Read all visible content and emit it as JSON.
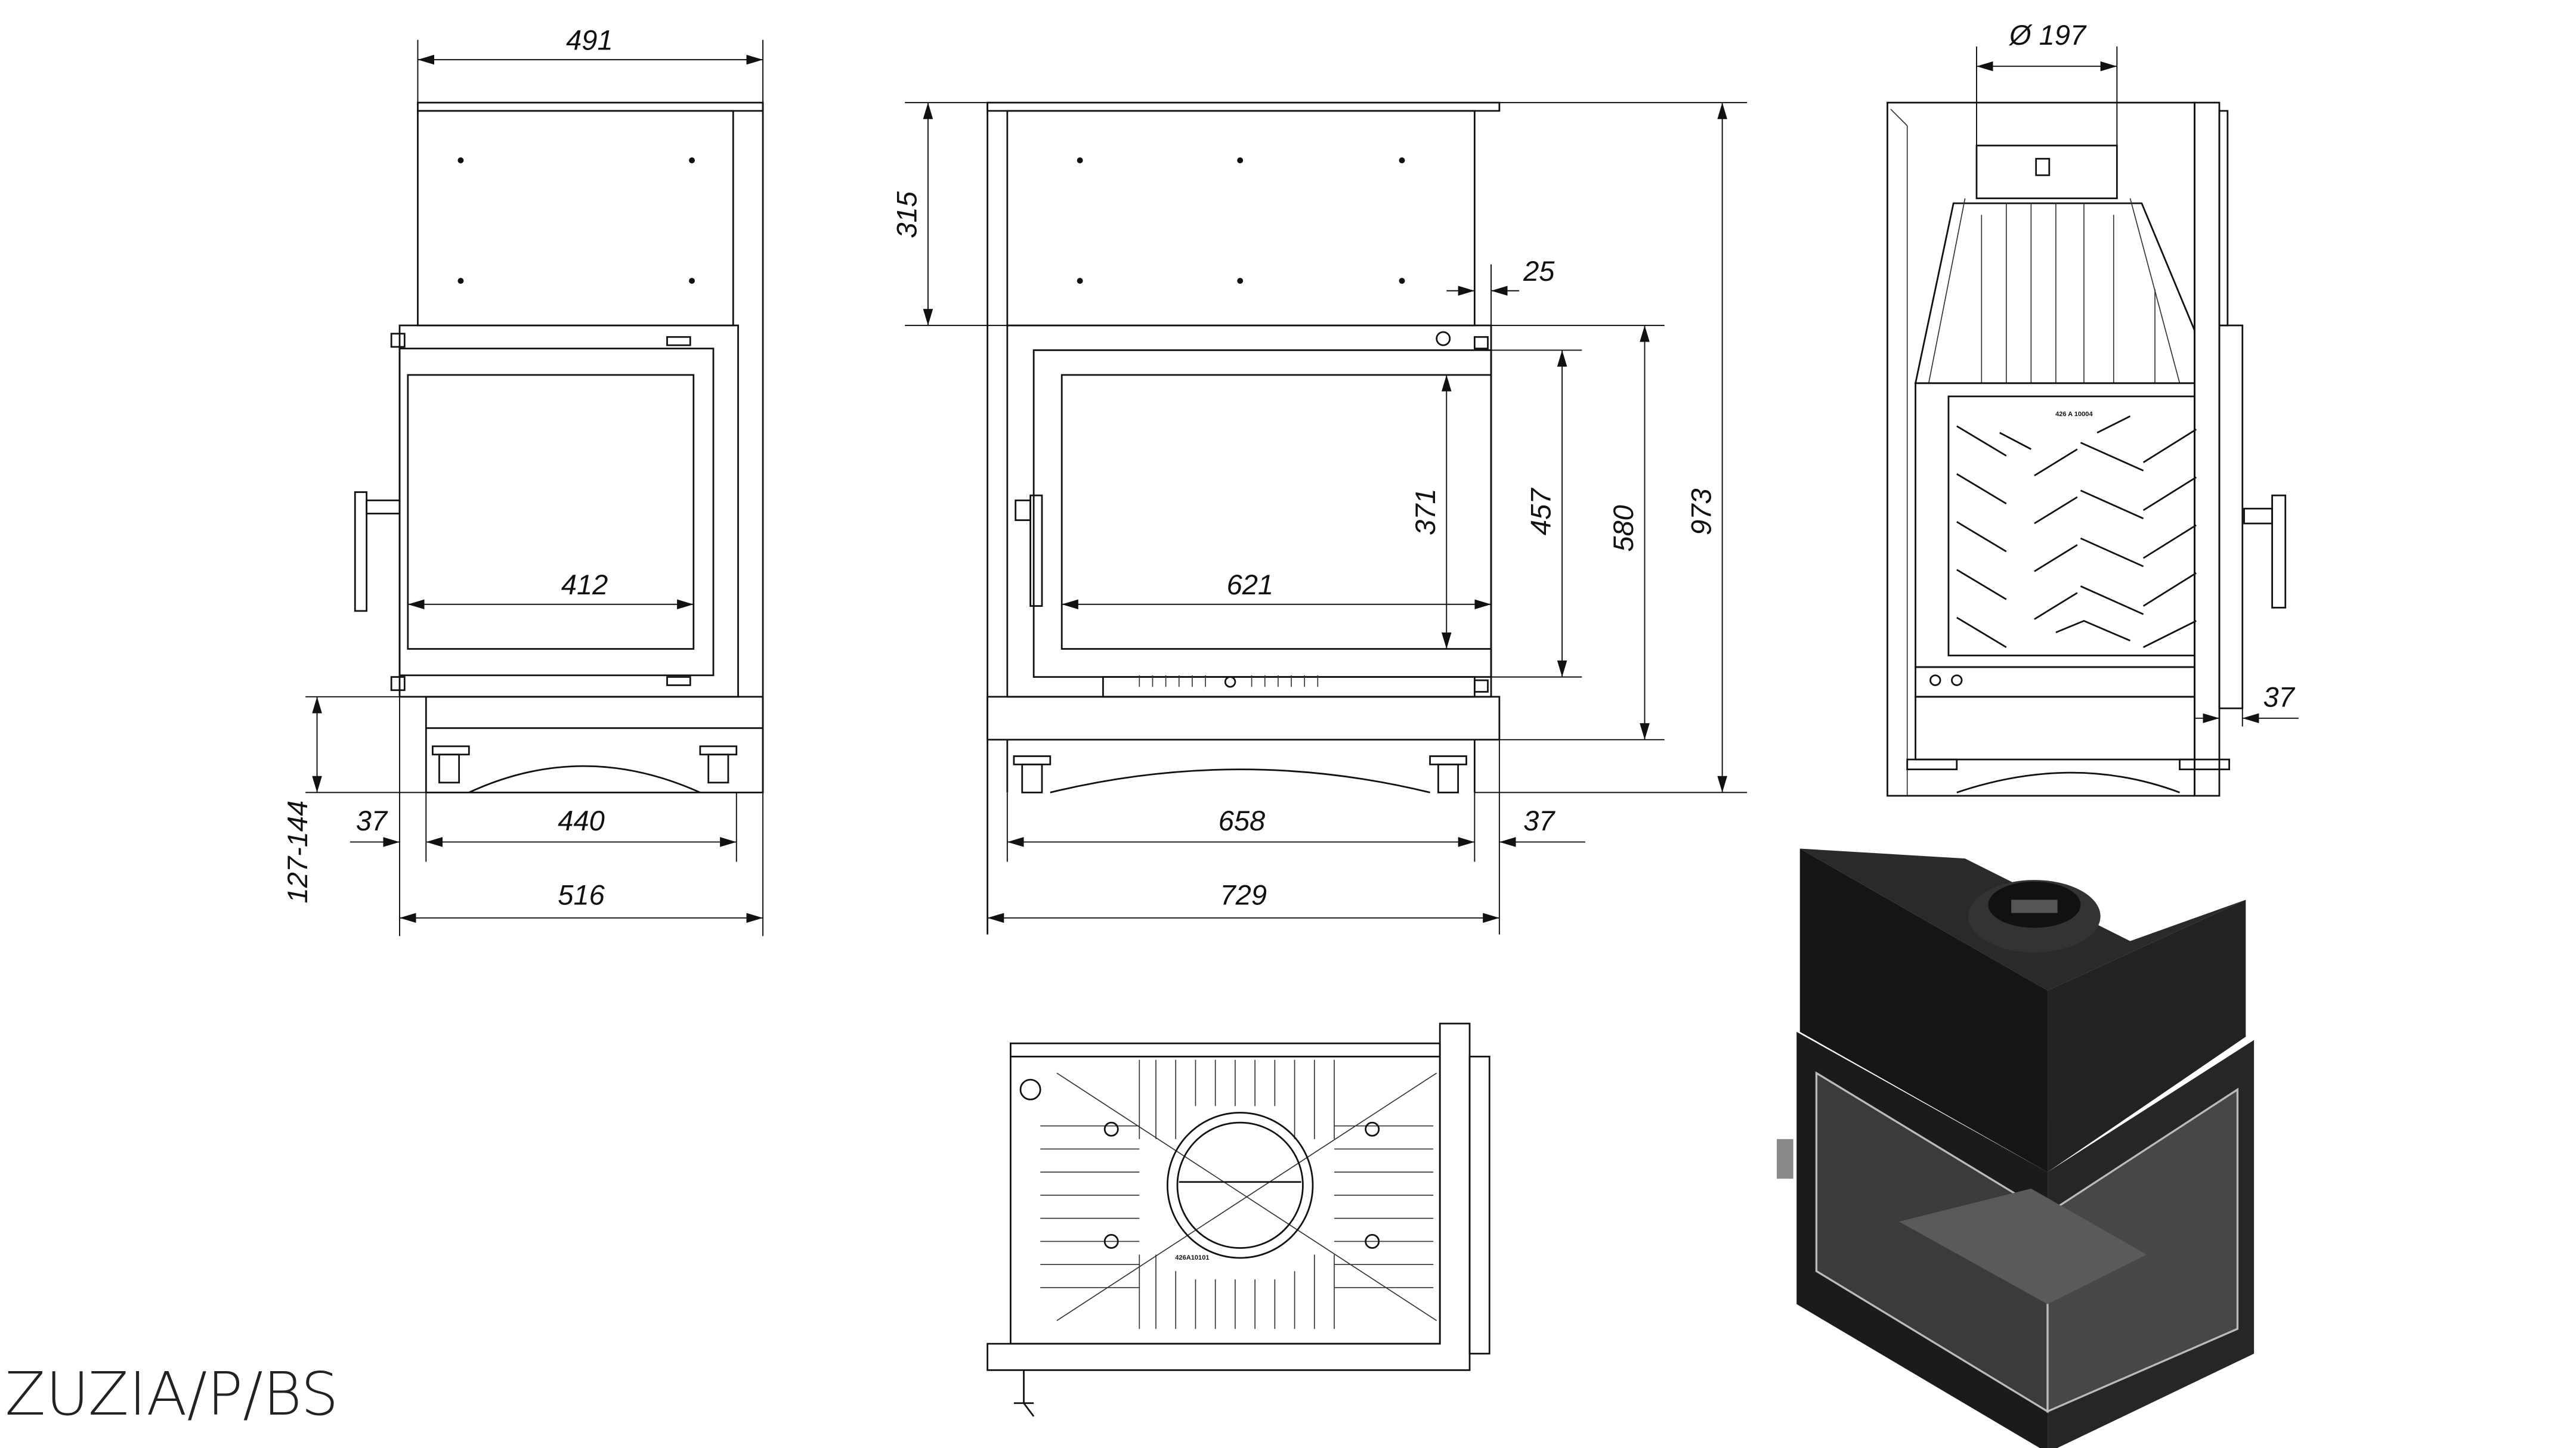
{
  "model_name": "ZUZIA/P/BS",
  "side_view": {
    "width_top": "491",
    "glass_width": "412",
    "base_inner_width": "440",
    "side_offset": "37",
    "total_width": "516",
    "leg_height_range": "127-144"
  },
  "front_view": {
    "top_height": "315",
    "panel_inset": "25",
    "glass_height": "371",
    "door_height": "457",
    "body_height": "580",
    "total_height": "973",
    "glass_width": "621",
    "base_inner_width": "658",
    "side_offset": "37",
    "total_width": "729"
  },
  "rear_view": {
    "flue_diameter": "Ø 197",
    "side_offset": "37",
    "plate_code": "426 A 10004"
  },
  "bottom_view": {
    "plate_code": "426A10101"
  }
}
